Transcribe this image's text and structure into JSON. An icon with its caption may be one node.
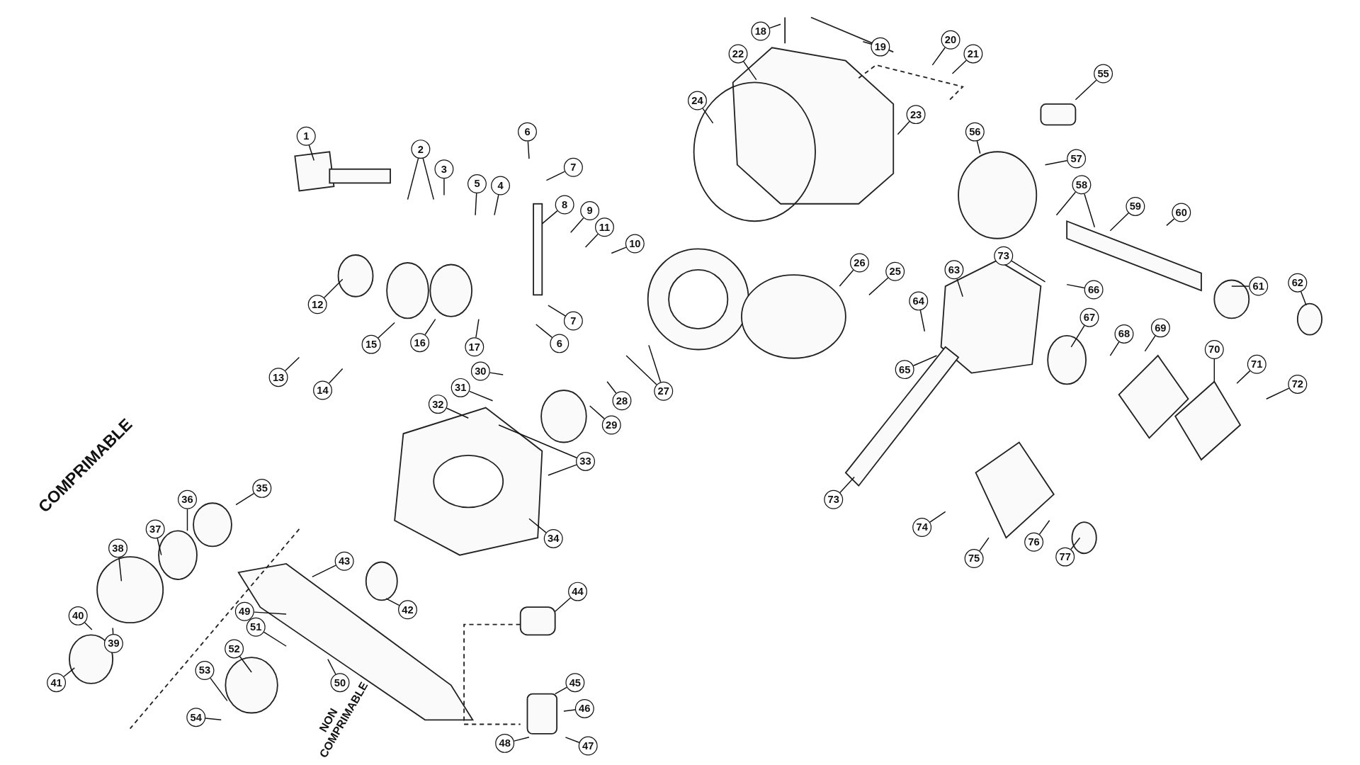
{
  "diagram": {
    "nodes": [
      {
        "text": [
          "1"
        ]
      },
      {
        "text": [
          "2"
        ]
      },
      {
        "text": [
          "3"
        ]
      },
      {
        "text": [
          "4"
        ]
      },
      {
        "text": [
          "5"
        ]
      },
      {
        "text": [
          "6"
        ]
      },
      {
        "text": [
          "6"
        ]
      },
      {
        "text": [
          "7"
        ]
      },
      {
        "text": [
          "7"
        ]
      },
      {
        "text": [
          "8"
        ]
      },
      {
        "text": [
          "9"
        ]
      },
      {
        "text": [
          "10"
        ]
      },
      {
        "text": [
          "11"
        ]
      },
      {
        "text": [
          "12"
        ]
      },
      {
        "text": [
          "13"
        ]
      },
      {
        "text": [
          "14"
        ]
      },
      {
        "text": [
          "15"
        ]
      },
      {
        "text": [
          "16"
        ]
      },
      {
        "text": [
          "17"
        ]
      },
      {
        "text": [
          "18"
        ]
      },
      {
        "text": [
          "19"
        ]
      },
      {
        "text": [
          "20"
        ]
      },
      {
        "text": [
          "21"
        ]
      },
      {
        "text": [
          "22"
        ]
      },
      {
        "text": [
          "23"
        ]
      },
      {
        "text": [
          "24"
        ]
      },
      {
        "text": [
          "25"
        ]
      },
      {
        "text": [
          "26"
        ]
      },
      {
        "text": [
          "27"
        ]
      },
      {
        "text": [
          "28"
        ]
      },
      {
        "text": [
          "29"
        ]
      },
      {
        "text": [
          "30"
        ]
      },
      {
        "text": [
          "31"
        ]
      },
      {
        "text": [
          "32"
        ]
      },
      {
        "text": [
          "33"
        ]
      },
      {
        "text": [
          "34"
        ]
      },
      {
        "text": [
          "35"
        ]
      },
      {
        "text": [
          "36"
        ]
      },
      {
        "text": [
          "37"
        ]
      },
      {
        "text": [
          "38"
        ]
      },
      {
        "text": [
          "39"
        ]
      },
      {
        "text": [
          "40"
        ]
      },
      {
        "text": [
          "41"
        ]
      },
      {
        "text": [
          "42"
        ]
      },
      {
        "text": [
          "43"
        ]
      },
      {
        "text": [
          "44"
        ]
      },
      {
        "text": [
          "45"
        ]
      },
      {
        "text": [
          "46"
        ]
      },
      {
        "text": [
          "47"
        ]
      },
      {
        "text": [
          "48"
        ]
      },
      {
        "text": [
          "49"
        ]
      },
      {
        "text": [
          "50"
        ]
      },
      {
        "text": [
          "51"
        ]
      },
      {
        "text": [
          "52"
        ]
      },
      {
        "text": [
          "53"
        ]
      },
      {
        "text": [
          "54"
        ]
      },
      {
        "text": [
          "55"
        ]
      },
      {
        "text": [
          "56"
        ]
      },
      {
        "text": [
          "57"
        ]
      },
      {
        "text": [
          "58"
        ]
      },
      {
        "text": [
          "59"
        ]
      },
      {
        "text": [
          "60"
        ]
      },
      {
        "text": [
          "61"
        ]
      },
      {
        "text": [
          "62"
        ]
      },
      {
        "text": [
          "63"
        ]
      },
      {
        "text": [
          "64"
        ]
      },
      {
        "text": [
          "65"
        ]
      },
      {
        "text": [
          "66"
        ]
      },
      {
        "text": [
          "67"
        ]
      },
      {
        "text": [
          "68"
        ]
      },
      {
        "text": [
          "69"
        ]
      },
      {
        "text": [
          "70"
        ]
      },
      {
        "text": [
          "71"
        ]
      },
      {
        "text": [
          "72"
        ]
      },
      {
        "text": [
          "73"
        ]
      },
      {
        "text": [
          "73"
        ]
      },
      {
        "text": [
          "74"
        ]
      },
      {
        "text": [
          "75"
        ]
      },
      {
        "text": [
          "76"
        ]
      },
      {
        "text": [
          "77"
        ]
      }
    ],
    "edges": [
      {
        "from": 0,
        "to": null,
        "arrow": "none"
      },
      {
        "from": 1,
        "to": null,
        "arrow": "none"
      },
      {
        "from": 1,
        "to": null,
        "arrow": "none"
      },
      {
        "from": 2,
        "to": null,
        "arrow": "none"
      },
      {
        "from": 3,
        "to": null,
        "arrow": "none"
      },
      {
        "from": 4,
        "to": null,
        "arrow": "none"
      },
      {
        "from": 5,
        "to": null,
        "arrow": "none"
      },
      {
        "from": 6,
        "to": null,
        "arrow": "none"
      },
      {
        "from": 7,
        "to": null,
        "arrow": "none"
      },
      {
        "from": 8,
        "to": null,
        "arrow": "none"
      },
      {
        "from": 9,
        "to": null,
        "arrow": "none"
      },
      {
        "from": 10,
        "to": null,
        "arrow": "none"
      },
      {
        "from": 11,
        "to": null,
        "arrow": "none"
      },
      {
        "from": 12,
        "to": null,
        "arrow": "none"
      },
      {
        "from": 13,
        "to": null,
        "arrow": "none"
      },
      {
        "from": 14,
        "to": null,
        "arrow": "none"
      },
      {
        "from": 15,
        "to": null,
        "arrow": "none"
      },
      {
        "from": 16,
        "to": null,
        "arrow": "none"
      },
      {
        "from": 17,
        "to": null,
        "arrow": "none"
      },
      {
        "from": 18,
        "to": null,
        "arrow": "none"
      },
      {
        "from": 19,
        "to": null,
        "arrow": "none"
      },
      {
        "from": 20,
        "to": null,
        "arrow": "none"
      },
      {
        "from": 21,
        "to": null,
        "arrow": "none"
      },
      {
        "from": 22,
        "to": null,
        "arrow": "none"
      },
      {
        "from": 23,
        "to": null,
        "arrow": "none"
      },
      {
        "from": 24,
        "to": null,
        "arrow": "none"
      },
      {
        "from": 25,
        "to": null,
        "arrow": "none"
      },
      {
        "from": 26,
        "to": null,
        "arrow": "none"
      },
      {
        "from": 27,
        "to": null,
        "arrow": "none"
      },
      {
        "from": 28,
        "to": null,
        "arrow": "none"
      },
      {
        "from": 28,
        "to": null,
        "arrow": "none"
      },
      {
        "from": 29,
        "to": null,
        "arrow": "none"
      },
      {
        "from": 30,
        "to": null,
        "arrow": "none"
      },
      {
        "from": 31,
        "to": null,
        "arrow": "none"
      },
      {
        "from": 32,
        "to": null,
        "arrow": "none"
      },
      {
        "from": 33,
        "to": null,
        "arrow": "none"
      },
      {
        "from": 34,
        "to": null,
        "arrow": "none"
      },
      {
        "from": 34,
        "to": null,
        "arrow": "none"
      },
      {
        "from": 35,
        "to": null,
        "arrow": "none"
      },
      {
        "from": 36,
        "to": null,
        "arrow": "none"
      },
      {
        "from": 37,
        "to": null,
        "arrow": "none"
      },
      {
        "from": 38,
        "to": null,
        "arrow": "none"
      },
      {
        "from": 39,
        "to": null,
        "arrow": "none"
      },
      {
        "from": 40,
        "to": null,
        "arrow": "none"
      },
      {
        "from": 41,
        "to": null,
        "arrow": "none"
      },
      {
        "from": 42,
        "to": null,
        "arrow": "none"
      },
      {
        "from": 43,
        "to": null,
        "arrow": "none"
      },
      {
        "from": 44,
        "to": null,
        "arrow": "none"
      },
      {
        "from": 45,
        "to": null,
        "arrow": "none"
      },
      {
        "from": 46,
        "to": null,
        "arrow": "none"
      },
      {
        "from": 47,
        "to": null,
        "arrow": "none"
      },
      {
        "from": 48,
        "to": null,
        "arrow": "none"
      },
      {
        "from": 49,
        "to": null,
        "arrow": "none"
      },
      {
        "from": 50,
        "to": null,
        "arrow": "none"
      },
      {
        "from": 51,
        "to": null,
        "arrow": "none"
      },
      {
        "from": 52,
        "to": null,
        "arrow": "none"
      },
      {
        "from": 53,
        "to": null,
        "arrow": "none"
      },
      {
        "from": 54,
        "to": null,
        "arrow": "none"
      },
      {
        "from": 55,
        "to": null,
        "arrow": "none"
      },
      {
        "from": 56,
        "to": null,
        "arrow": "none"
      },
      {
        "from": 57,
        "to": null,
        "arrow": "none"
      },
      {
        "from": 58,
        "to": null,
        "arrow": "none"
      },
      {
        "from": 59,
        "to": null,
        "arrow": "none"
      },
      {
        "from": 59,
        "to": null,
        "arrow": "none"
      },
      {
        "from": 60,
        "to": null,
        "arrow": "none"
      },
      {
        "from": 61,
        "to": null,
        "arrow": "none"
      },
      {
        "from": 62,
        "to": null,
        "arrow": "none"
      },
      {
        "from": 63,
        "to": null,
        "arrow": "none"
      },
      {
        "from": 64,
        "to": null,
        "arrow": "none"
      },
      {
        "from": 65,
        "to": null,
        "arrow": "none"
      },
      {
        "from": 66,
        "to": null,
        "arrow": "none"
      },
      {
        "from": 67,
        "to": null,
        "arrow": "none"
      },
      {
        "from": 68,
        "to": null,
        "arrow": "none"
      },
      {
        "from": 69,
        "to": null,
        "arrow": "none"
      },
      {
        "from": 70,
        "to": null,
        "arrow": "none"
      },
      {
        "from": 71,
        "to": null,
        "arrow": "none"
      },
      {
        "from": 72,
        "to": null,
        "arrow": "none"
      },
      {
        "from": 73,
        "to": null,
        "arrow": "none"
      },
      {
        "from": 74,
        "to": null,
        "arrow": "none"
      },
      {
        "from": 75,
        "to": null,
        "arrow": "none"
      },
      {
        "from": 76,
        "to": null,
        "arrow": "none"
      },
      {
        "from": 77,
        "to": null,
        "arrow": "none"
      },
      {
        "from": 78,
        "to": null,
        "arrow": "none"
      },
      {
        "from": 79,
        "to": null,
        "arrow": "none"
      }
    ],
    "labels": [
      "COMPRIMABLE",
      "NON COMPRIMABLE"
    ]
  }
}
